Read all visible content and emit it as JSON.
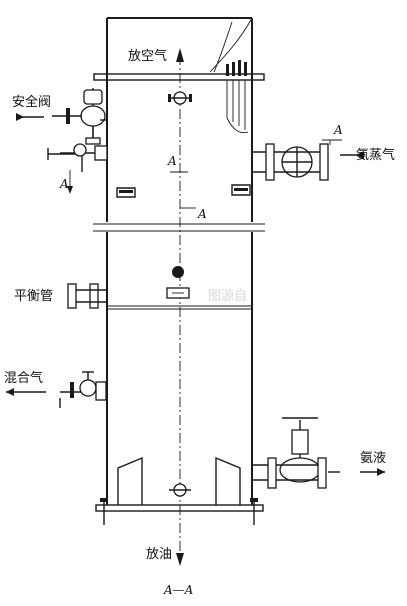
{
  "labels": {
    "vent_gas": "放空气",
    "safety_valve": "安全阀",
    "ammonia_vapor": "氨蒸气",
    "balance_pipe": "平衡管",
    "mixed_gas": "混合气",
    "liquid_ammonia": "氨液",
    "oil_drain": "放油",
    "section_title": "A—A",
    "section_mark": "A"
  },
  "watermark": "图源自"
}
